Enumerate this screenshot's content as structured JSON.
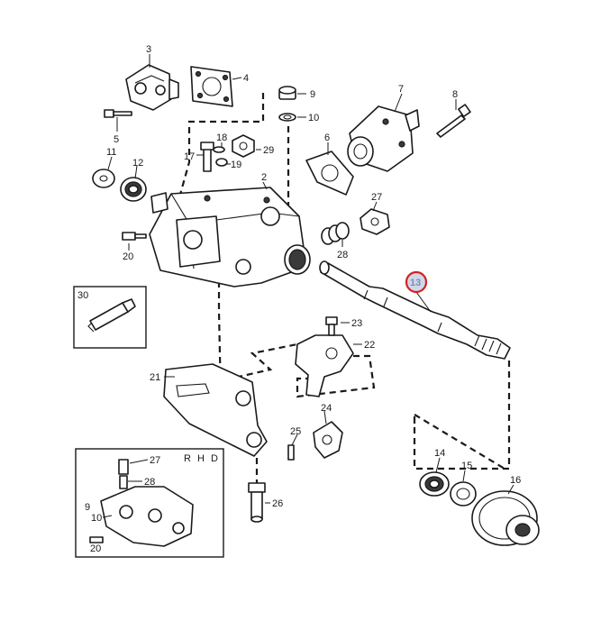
{
  "diagram": {
    "highlight_color": "#d42020",
    "inset_label": "R H D",
    "callouts": {
      "p2": "2",
      "p3": "3",
      "p4": "4",
      "p5": "5",
      "p6": "6",
      "p7": "7",
      "p8": "8",
      "p9": "9",
      "p10": "10",
      "p11": "11",
      "p12": "12",
      "p13": "13",
      "p14": "14",
      "p15": "15",
      "p16": "16",
      "p17": "17",
      "p18": "18",
      "p19": "19",
      "p20": "20",
      "p21": "21",
      "p22": "22",
      "p23": "23",
      "p24": "24",
      "p25": "25",
      "p26": "26",
      "p27": "27",
      "p28": "28",
      "p29": "29",
      "p30": "30",
      "inset_27": "27",
      "inset_28": "28",
      "inset_9": "9",
      "inset_10": "10",
      "inset_20": "20"
    }
  }
}
